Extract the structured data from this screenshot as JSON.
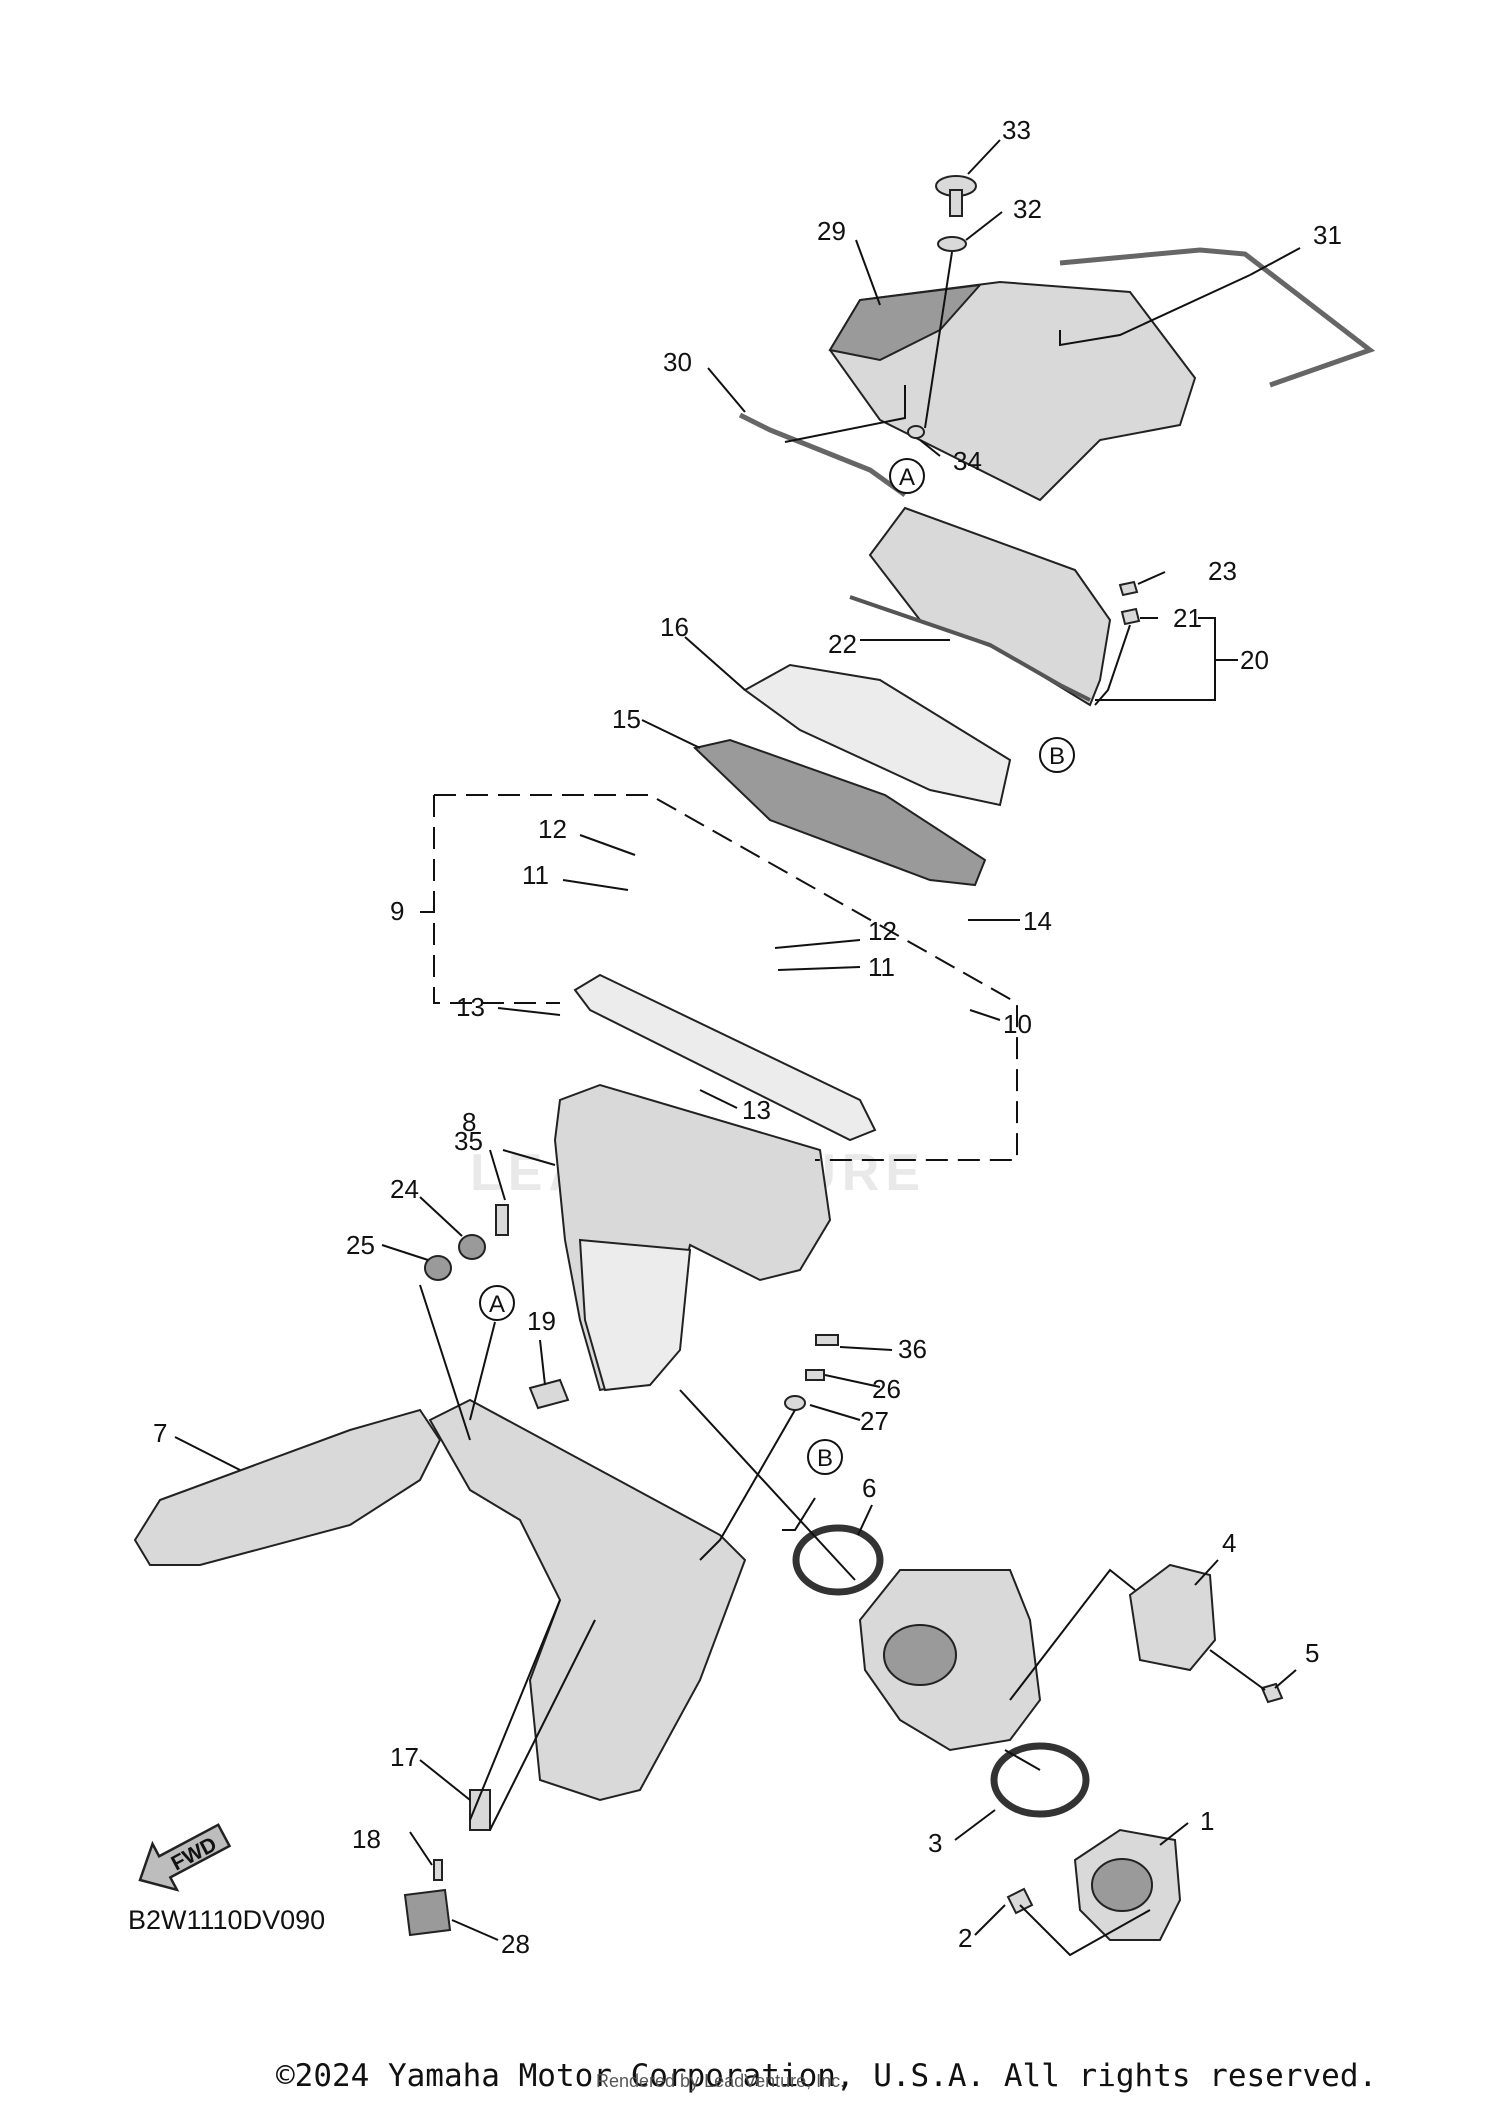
{
  "diagram": {
    "code": "B2W1110DV090",
    "fwd_label": "FWD",
    "watermark": "LEADVENTURE",
    "ref_markers": [
      "A",
      "A",
      "B",
      "B"
    ],
    "callouts": [
      "1",
      "2",
      "3",
      "4",
      "5",
      "6",
      "7",
      "8",
      "9",
      "10",
      "11",
      "11",
      "12",
      "12",
      "13",
      "13",
      "14",
      "15",
      "16",
      "17",
      "18",
      "19",
      "20",
      "21",
      "22",
      "23",
      "24",
      "25",
      "26",
      "27",
      "28",
      "29",
      "30",
      "31",
      "32",
      "33",
      "34",
      "35",
      "36"
    ]
  },
  "footer": {
    "copyright": "©2024 Yamaha Motor Corporation, U.S.A. All rights reserved.",
    "rendered_by": "Rendered by LeadVenture, Inc."
  },
  "colors": {
    "line": "#111111",
    "part_fill": "#d9d9d9",
    "background": "#ffffff"
  }
}
